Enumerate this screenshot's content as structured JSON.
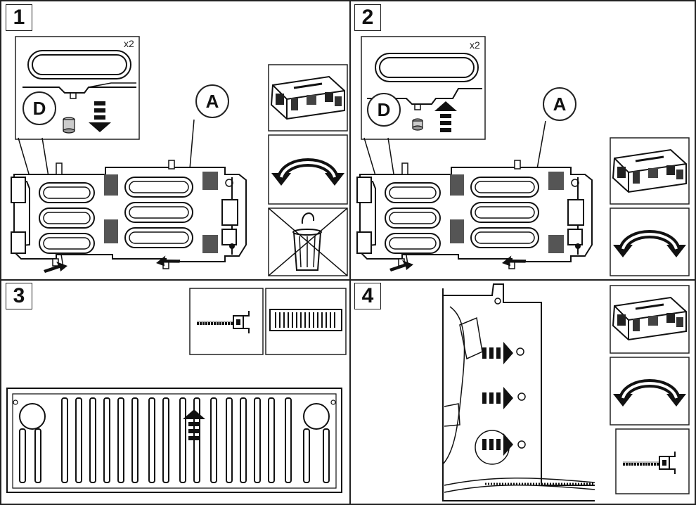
{
  "steps": [
    {
      "number": "1",
      "label_a": "A",
      "label_d": "D",
      "quantity": "x2"
    },
    {
      "number": "2",
      "label_a": "A",
      "label_d": "D",
      "quantity": "x2"
    },
    {
      "number": "3"
    },
    {
      "number": "4"
    }
  ],
  "icons": {
    "step1": [
      "tray-icon",
      "flip-over-icon",
      "no-disposal-icon"
    ],
    "step2": [
      "tray-icon",
      "flip-over-icon"
    ],
    "step3": [
      "cable-tie-icon",
      "tailgate-liner-icon"
    ],
    "step4": [
      "tray-icon",
      "flip-over-icon",
      "cable-tie-icon"
    ]
  },
  "colors": {
    "line": "#222222",
    "arrow": "#111111",
    "background": "#ffffff"
  }
}
